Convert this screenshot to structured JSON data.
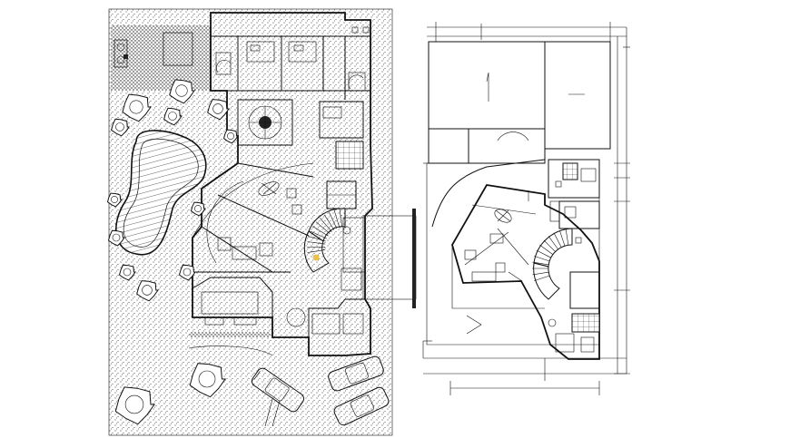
{
  "colors": {
    "background": "#ffffff",
    "linework": "#111111",
    "hatch": "#222222",
    "highlight": "#e8c24a"
  },
  "plans": [
    {
      "name": "site-ground-floor-plan",
      "elements": [
        "garden-stipple",
        "pool",
        "trees",
        "cars",
        "stair",
        "rooms",
        "furniture"
      ]
    },
    {
      "name": "upper-floor-plan",
      "elements": [
        "outline",
        "dimension-lines",
        "stair",
        "rooms",
        "furniture"
      ]
    }
  ],
  "icons": [
    "tree-icon",
    "car-icon",
    "pool-icon",
    "stair-icon",
    "north-arrow-icon"
  ]
}
